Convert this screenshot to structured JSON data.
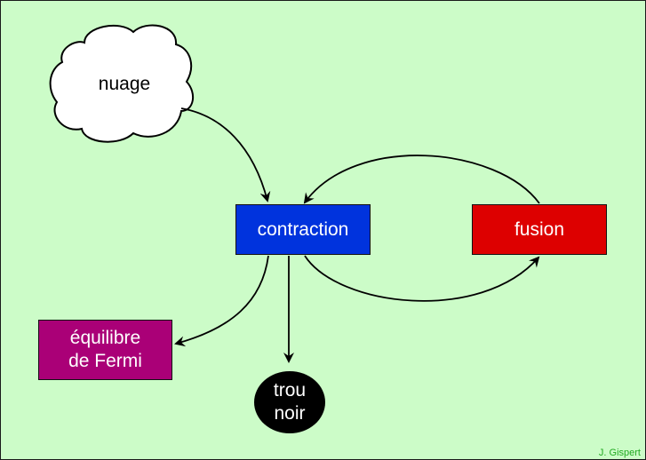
{
  "diagram": {
    "nodes": [
      {
        "id": "nuage",
        "label": "nuage",
        "shape": "cloud",
        "fill": "#ffffff"
      },
      {
        "id": "contraction",
        "label": "contraction",
        "shape": "rectangle",
        "fill": "#0033dd"
      },
      {
        "id": "fusion",
        "label": "fusion",
        "shape": "rectangle",
        "fill": "#dd0000"
      },
      {
        "id": "fermi",
        "label_line1": "équilibre",
        "label_line2": "de Fermi",
        "shape": "rectangle",
        "fill": "#aa0077"
      },
      {
        "id": "trou",
        "label_line1": "trou",
        "label_line2": "noir",
        "shape": "circle",
        "fill": "#000000"
      }
    ],
    "edges": [
      {
        "from": "nuage",
        "to": "contraction"
      },
      {
        "from": "fusion",
        "to": "contraction"
      },
      {
        "from": "contraction",
        "to": "fusion"
      },
      {
        "from": "contraction",
        "to": "fermi"
      },
      {
        "from": "contraction",
        "to": "trou"
      }
    ],
    "background": "#ccfcc8",
    "credit": "J. Gispert"
  }
}
